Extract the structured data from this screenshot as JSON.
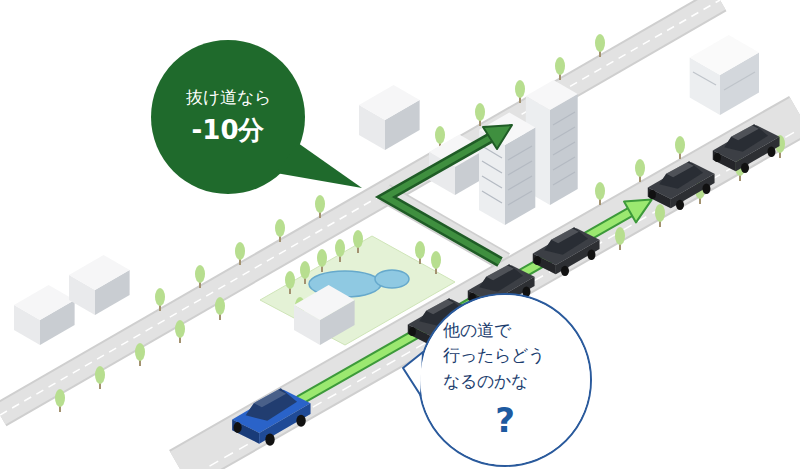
{
  "diagram": {
    "nodes": [
      {
        "text": [
          "抜け道なら",
          "-10分"
        ]
      },
      {
        "text": [
          "他の道で 行ったらどう なるのかな",
          "?"
        ]
      }
    ]
  }
}
